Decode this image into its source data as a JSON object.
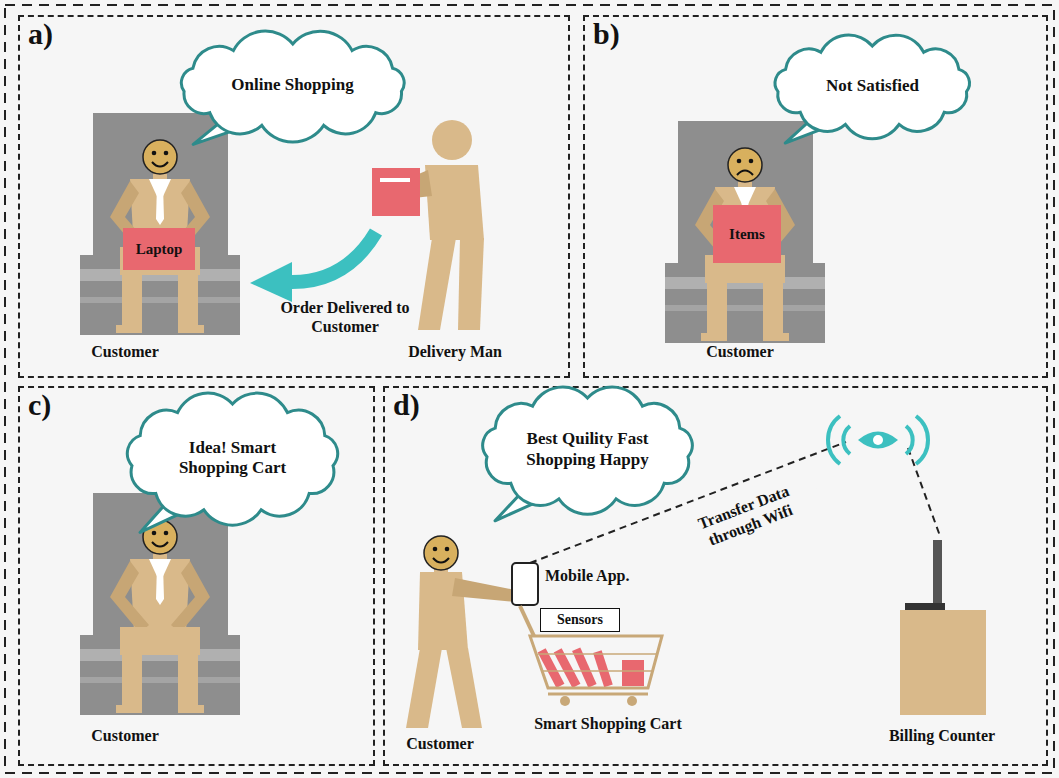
{
  "diagram": {
    "nodes": [
      {
        "text": [
          "a)"
        ]
      },
      {
        "text": [
          "Online Shopping"
        ],
        "in": 0
      },
      {
        "text": [
          "Laptop"
        ],
        "in": 0
      },
      {
        "text": [
          "b)"
        ]
      },
      {
        "text": [
          "Not Satisfied"
        ],
        "in": 3
      },
      {
        "text": [
          "Items"
        ],
        "in": 3
      },
      {
        "text": [
          "c)"
        ]
      },
      {
        "text": [
          "Idea! Smart Shopping Cart"
        ],
        "in": 6
      },
      {
        "text": [
          "d)"
        ]
      },
      {
        "text": [
          "Best Quility Fast Shopping Happy"
        ],
        "in": 8
      },
      {
        "text": [
          "Sensors"
        ],
        "in": 8
      }
    ],
    "labels": [
      "Order Delivered to Customer",
      "Customer",
      "Delivery Man",
      "Customer",
      "Customer",
      "Transfer Data through Wifi",
      "Mobile App.",
      "Customer",
      "Smart Shopping Cart",
      "Billing Counter"
    ]
  }
}
